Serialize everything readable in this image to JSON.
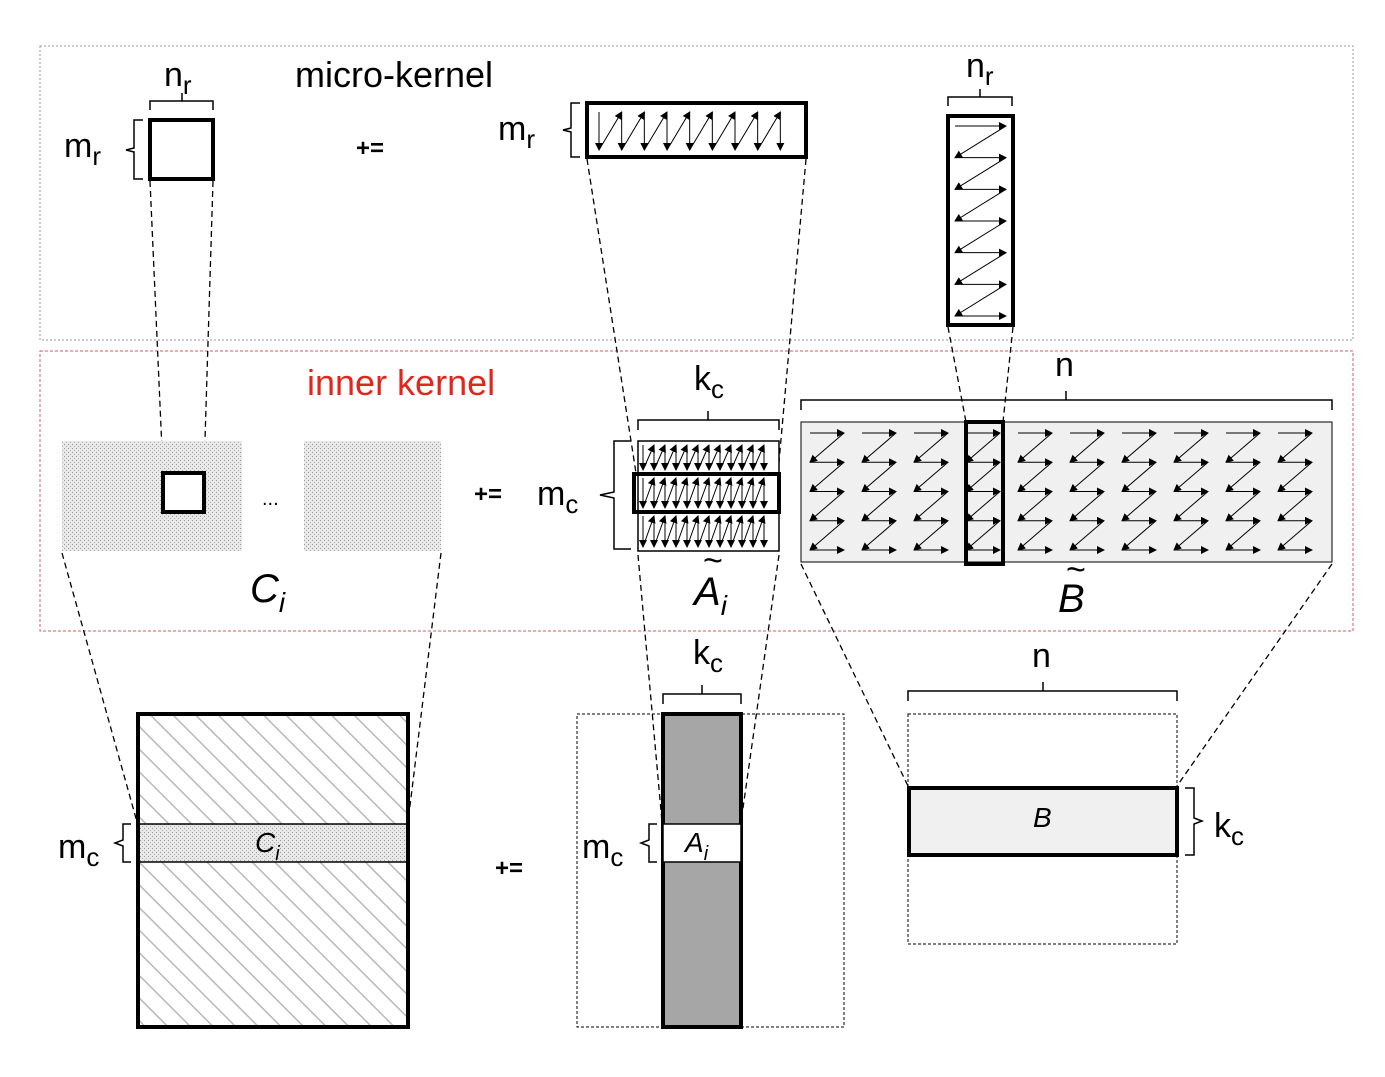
{
  "sections": {
    "micro_kernel": {
      "title": "micro-kernel"
    },
    "inner_kernel": {
      "title": "inner kernel",
      "title_color": "#e3261c",
      "border_color": "#e05a5a"
    }
  },
  "labels": {
    "m": "m",
    "n": "n",
    "k": "k",
    "sub_r": "r",
    "sub_c": "c",
    "plus_equals": "+=",
    "ellipsis": "...",
    "C": "C",
    "A": "A",
    "B": "B",
    "sub_i": "i",
    "tilde": "~"
  },
  "colors": {
    "stroke": "#000000",
    "stipple_fill": "#e4e4e4",
    "packed_fill": "#f0f0f0",
    "panel_fill": "#a6a6a6",
    "hatch": "#bdbdbd",
    "micro_border": "#9a9a9a"
  }
}
